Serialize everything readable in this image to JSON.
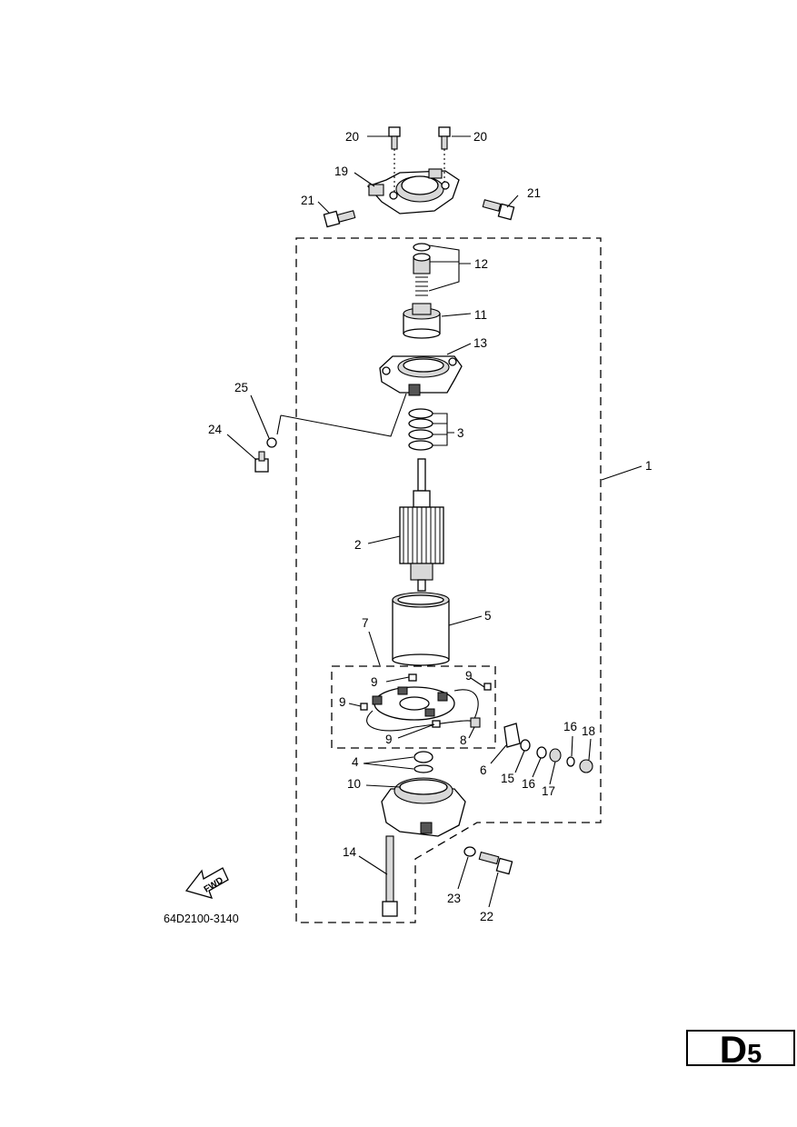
{
  "drawing_code": "64D2100-3140",
  "page_tag": {
    "letter": "D",
    "number": "5"
  },
  "fwd_label": "FWD",
  "callouts": {
    "c1": "1",
    "c2": "2",
    "c3": "3",
    "c4": "4",
    "c5": "5",
    "c6": "6",
    "c7": "7",
    "c8": "8",
    "c9a": "9",
    "c9b": "9",
    "c9c": "9",
    "c9d": "9",
    "c10": "10",
    "c11": "11",
    "c12": "12",
    "c13": "13",
    "c14": "14",
    "c15": "15",
    "c16a": "16",
    "c16b": "16",
    "c17": "17",
    "c18": "18",
    "c19": "19",
    "c20a": "20",
    "c20b": "20",
    "c21a": "21",
    "c21b": "21",
    "c22": "22",
    "c23": "23",
    "c24": "24",
    "c25": "25"
  },
  "colors": {
    "ink": "#000000",
    "paper": "#ffffff",
    "shade": "#d8d8d8"
  }
}
